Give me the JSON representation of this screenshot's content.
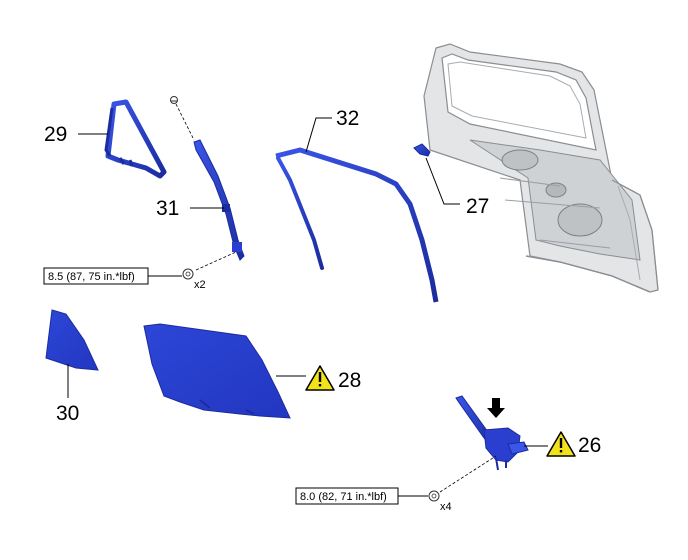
{
  "callouts": {
    "c26": "26",
    "c27": "27",
    "c28": "28",
    "c29": "29",
    "c30": "30",
    "c31": "31",
    "c32": "32"
  },
  "torque_specs": {
    "upper": "8.5 (87, 75 in.*lbf)",
    "lower": "8.0 (82, 71 in.*lbf)"
  },
  "quantities": {
    "upper": "x2",
    "lower": "x4"
  },
  "colors": {
    "part_blue": "#2a3fd0",
    "part_dark_blue": "#1a2a9a",
    "door_gray": "#d8dadc",
    "warning_yellow": "#f2e21a"
  },
  "icons": [
    "warning-icon",
    "down-arrow-icon",
    "bolt-icon",
    "screw-icon"
  ]
}
